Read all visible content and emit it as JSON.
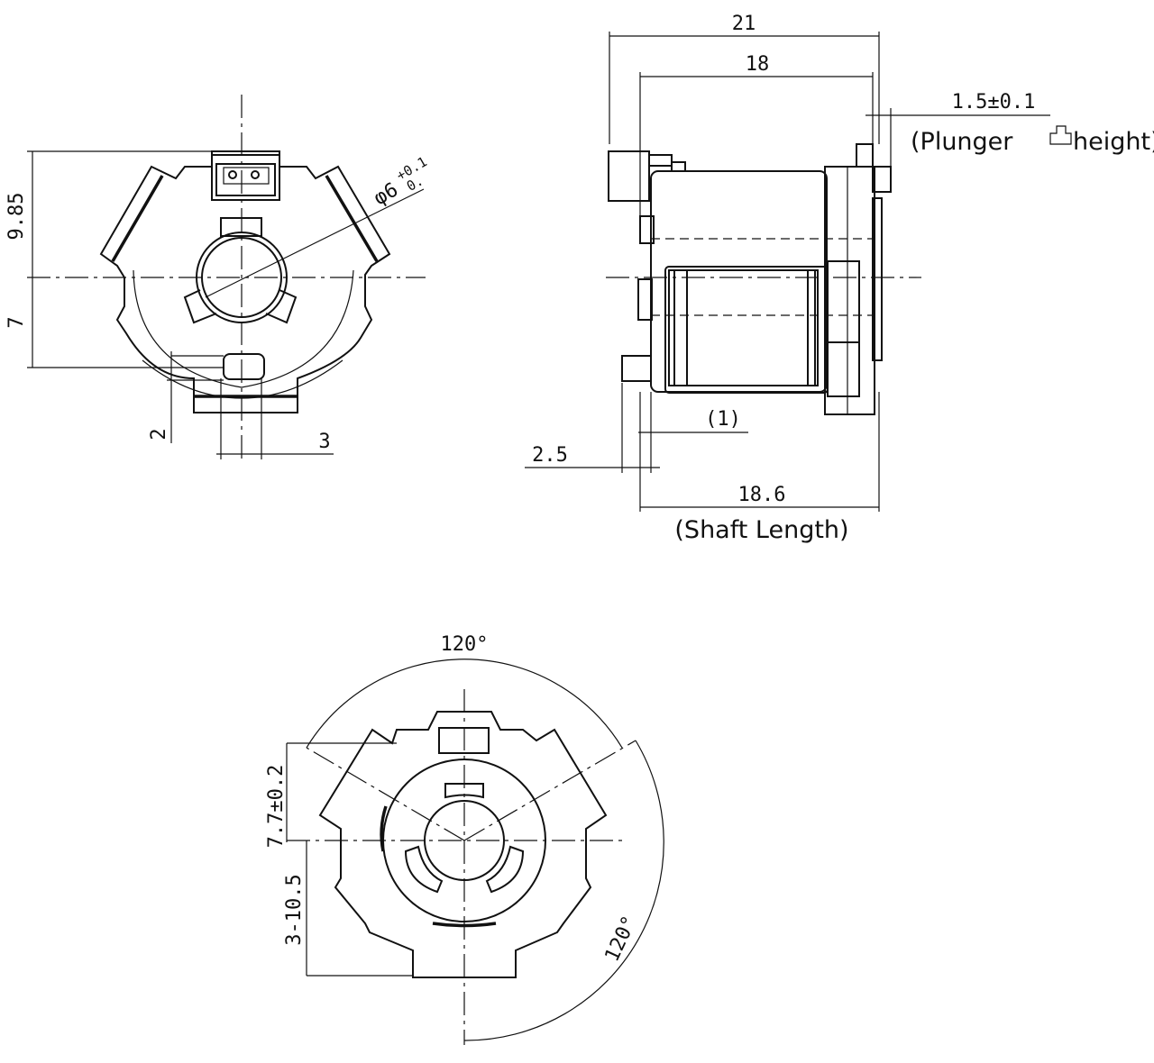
{
  "front_view": {
    "dim_height_upper": "9.85",
    "dim_height_lower": "7",
    "dim_tab_width": "2",
    "dim_slot_width": "3",
    "dim_bore_diameter": "φ6",
    "dim_bore_tol_upper": "+0.1",
    "dim_bore_tol_lower": "0."
  },
  "side_view": {
    "dim_overall_length": "21",
    "dim_body_length": "18",
    "dim_plunger_height": "1.5±0.1",
    "note_plunger": "(Plunger",
    "note_plunger_suffix": "height)",
    "dim_ref": "(1)",
    "dim_offset": "2.5",
    "dim_shaft_length": "18.6",
    "note_shaft": "(Shaft Length)"
  },
  "rear_view": {
    "angle_top": "120°",
    "angle_right": "120°",
    "dim_upper": "7.7±0.2",
    "dim_lower": "3-10.5"
  }
}
